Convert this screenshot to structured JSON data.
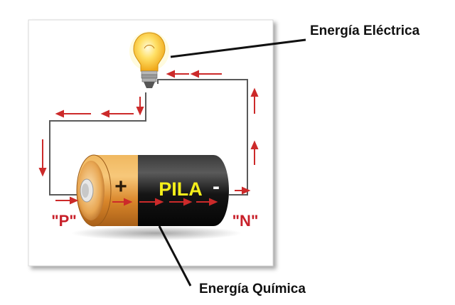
{
  "labels": {
    "energia_electrica": "Energía Eléctrica",
    "energia_quimica": "Energía Química",
    "battery_name": "PILA",
    "plus_sign": "+",
    "minus_sign": "-",
    "terminal_p": "\"P\"",
    "terminal_n": "\"N\""
  },
  "colors": {
    "arrow": "#cc2a2a",
    "terminal_text": "#c8202a",
    "battery_label": "#f5ef1a",
    "battery_copper": "#e69a3a",
    "battery_black": "#1a1a1a",
    "wire": "#555555",
    "bulb_glow": "#ffd21a"
  },
  "icons": {
    "bulb": "light-bulb-icon",
    "battery": "battery-icon"
  }
}
